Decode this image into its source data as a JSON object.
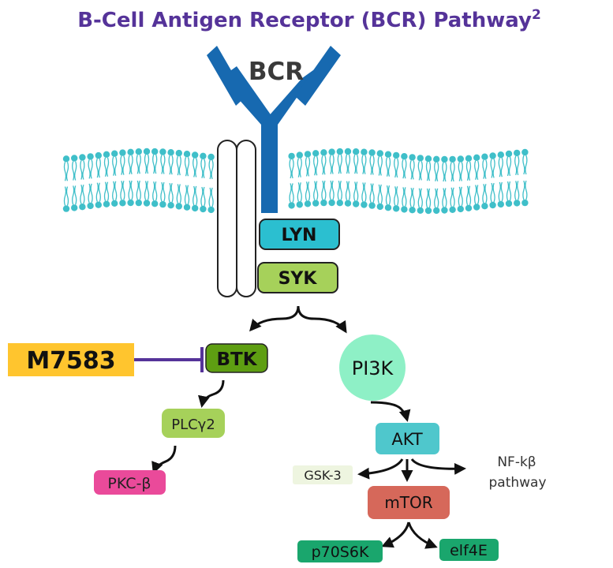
{
  "title": {
    "main": "B-Cell Antigen Receptor (BCR) Pathway",
    "superscript": "2"
  },
  "receptor": {
    "label": "BCR"
  },
  "nodes": {
    "lyn": "LYN",
    "syk": "SYK",
    "btk": "BTK",
    "inhibitor": "M7583",
    "plcg2": "PLCγ2",
    "pkcb": "PKC-β",
    "pi3k": "PI3K",
    "akt": "AKT",
    "gsk3": "GSK-3",
    "nfkb_line1": "NF-kβ",
    "nfkb_line2": "pathway",
    "mtor": "mTOR",
    "p70s6k": "p70S6K",
    "eif4e": "elf4E"
  },
  "colors": {
    "title": "#553399",
    "bcr": "#1769b0",
    "membrane": "#3fbfc9",
    "lyn": "#2bbfd0",
    "syk": "#a6d15a",
    "btk": "#5e9e12",
    "inhibitor": "#ffc52e",
    "inhibitor_line": "#553399",
    "plcg2": "#a6d15a",
    "pkcb": "#ea4a9a",
    "pi3k": "#8ef0c6",
    "akt": "#4fc7cc",
    "gsk3": "#eef5e0",
    "mtor": "#d6685a",
    "p70s6k": "#1aa66d",
    "eif4e": "#1aa66d"
  }
}
